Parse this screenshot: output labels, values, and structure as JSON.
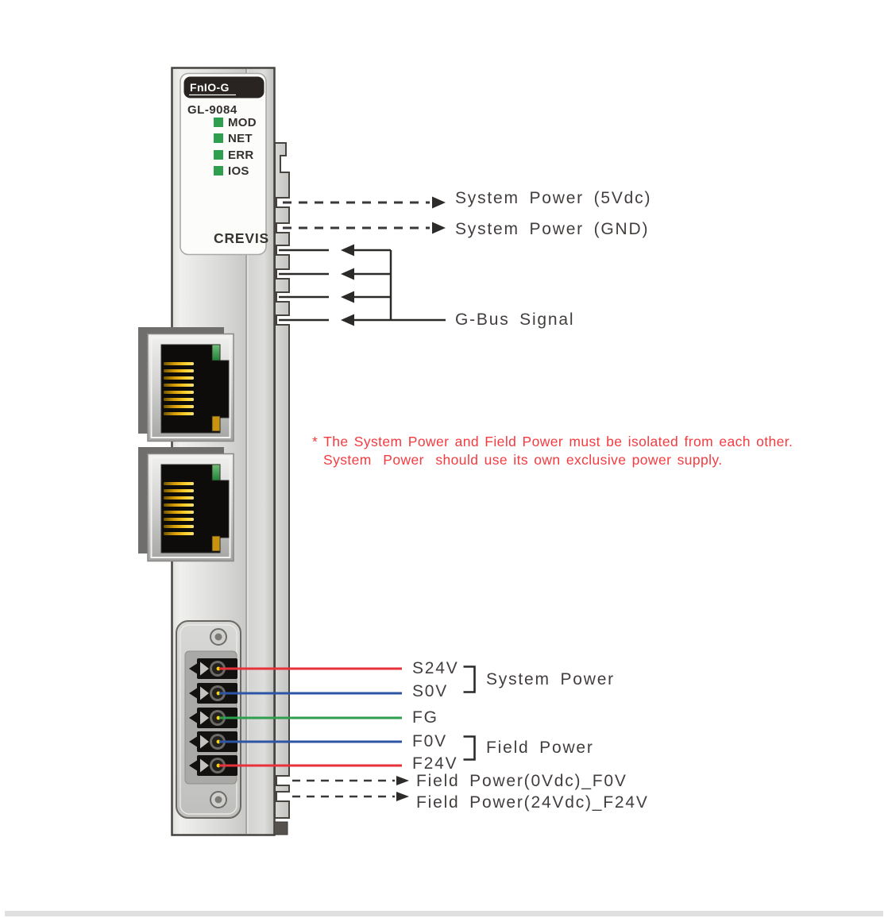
{
  "module": {
    "series_label": "FnIO-G",
    "model": "GL-9084",
    "brand": "CREVIS",
    "led_color": "#2f9e4e",
    "leds": [
      {
        "name": "MOD"
      },
      {
        "name": "NET"
      },
      {
        "name": "ERR"
      },
      {
        "name": "IOS"
      }
    ]
  },
  "callouts": {
    "system_power_5v": "System Power (5Vdc)",
    "system_power_gnd": "System Power (GND)",
    "gbus_signal": "G-Bus Signal",
    "field_power_0v": "Field Power(0Vdc)_F0V",
    "field_power_24v": "Field Power(24Vdc)_F24V"
  },
  "note": {
    "line1": "* The System Power and Field Power must be isolated from each other.",
    "line2": "System  Power  should use its own exclusive power supply.",
    "color": "#f43b40"
  },
  "terminal_pins": [
    {
      "name": "S24V",
      "wire_color": "#e63238"
    },
    {
      "name": "S0V",
      "wire_color": "#2d55a5"
    },
    {
      "name": "FG",
      "wire_color": "#2e9e50"
    },
    {
      "name": "F0V",
      "wire_color": "#2d55a5"
    },
    {
      "name": "F24V",
      "wire_color": "#e63238"
    }
  ],
  "pin_groups": [
    {
      "label": "System Power"
    },
    {
      "label": "Field Power"
    }
  ]
}
